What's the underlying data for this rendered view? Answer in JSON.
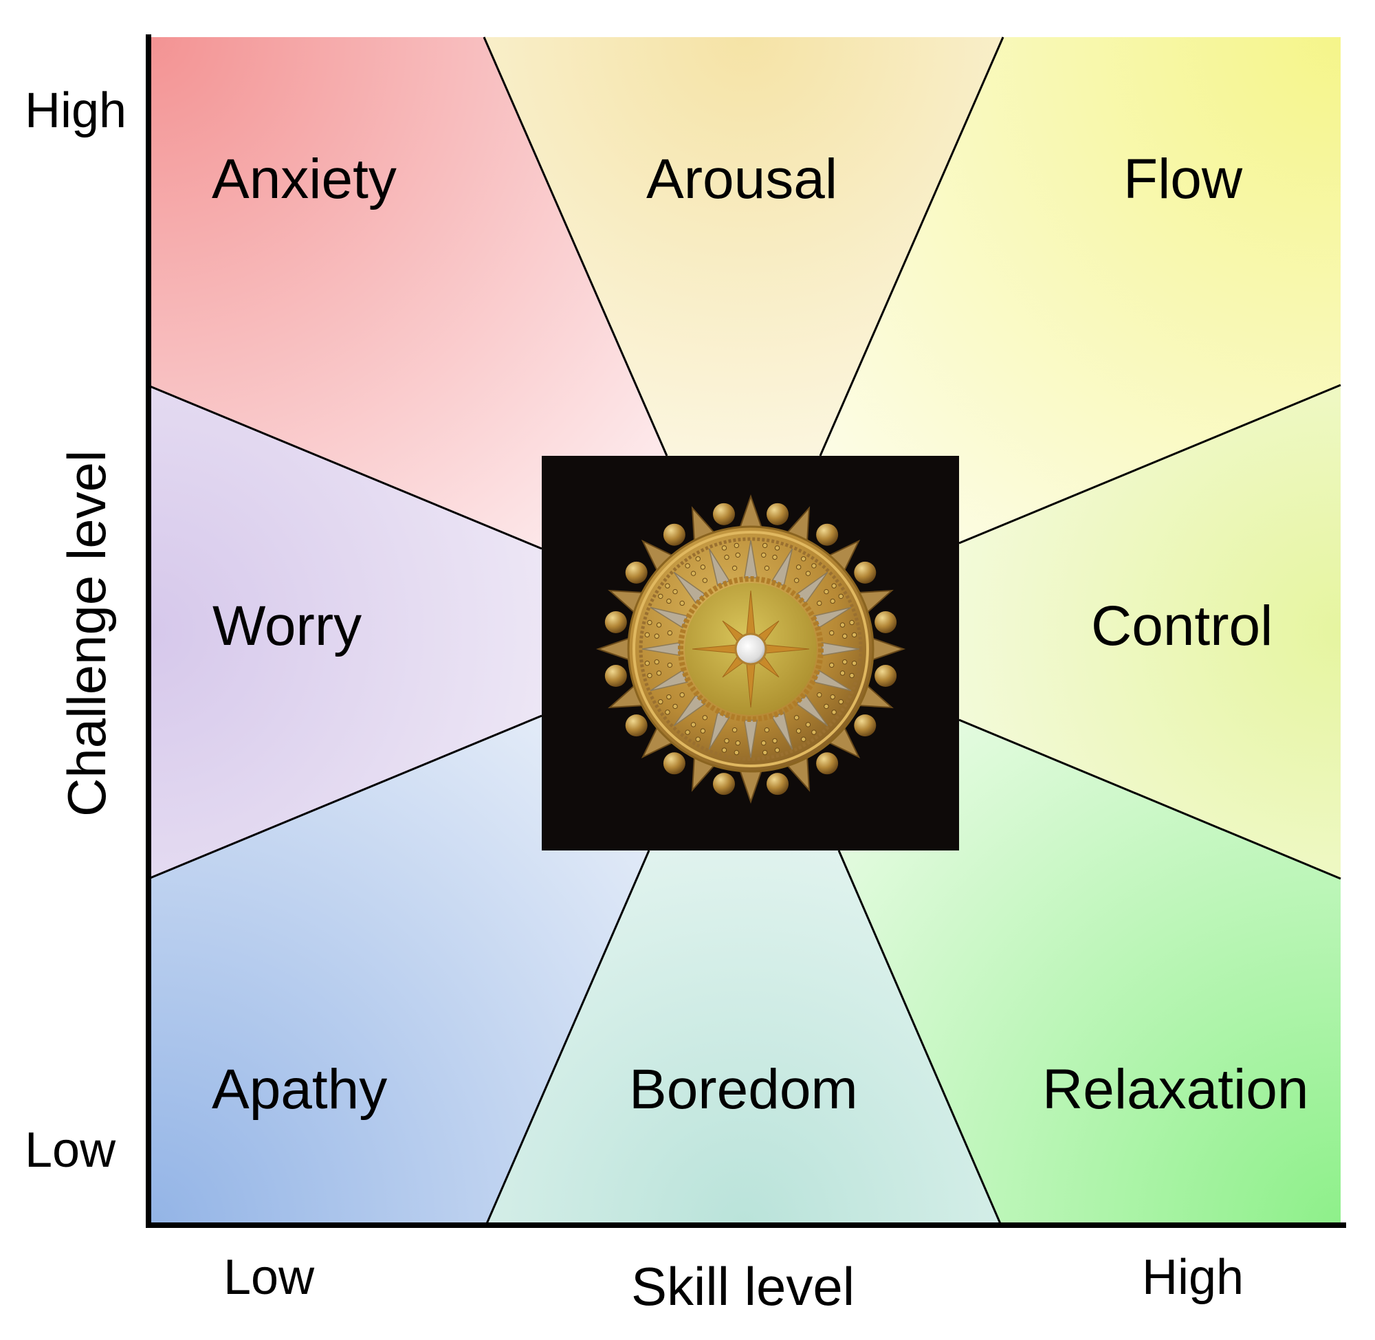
{
  "diagram": {
    "title": "Flow model: challenge level vs skill level",
    "regions": [
      {
        "id": "anxiety",
        "label": "Anxiety",
        "challenge": "high",
        "skill": "low",
        "color": "#f39393"
      },
      {
        "id": "arousal",
        "label": "Arousal",
        "challenge": "high",
        "skill": "medium",
        "color": "#f5e3a6"
      },
      {
        "id": "flow",
        "label": "Flow",
        "challenge": "high",
        "skill": "high",
        "color": "#f5f58a"
      },
      {
        "id": "worry",
        "label": "Worry",
        "challenge": "medium",
        "skill": "low",
        "color": "#d6c8eb"
      },
      {
        "id": "control",
        "label": "Control",
        "challenge": "medium",
        "skill": "high",
        "color": "#e6f5a0"
      },
      {
        "id": "apathy",
        "label": "Apathy",
        "challenge": "low",
        "skill": "low",
        "color": "#93b4e6"
      },
      {
        "id": "boredom",
        "label": "Boredom",
        "challenge": "low",
        "skill": "medium",
        "color": "#bae3da"
      },
      {
        "id": "relaxation",
        "label": "Relaxation",
        "challenge": "low",
        "skill": "high",
        "color": "#8ef08a"
      }
    ],
    "center_image": "brooch-photo",
    "center_color": "#fdfbf5"
  },
  "axes": {
    "y_label": "Challenge level",
    "y_high": "High",
    "y_low": "Low",
    "x_label": "Skill level",
    "x_low": "Low",
    "x_high": "High",
    "axis_color": "#000000"
  }
}
